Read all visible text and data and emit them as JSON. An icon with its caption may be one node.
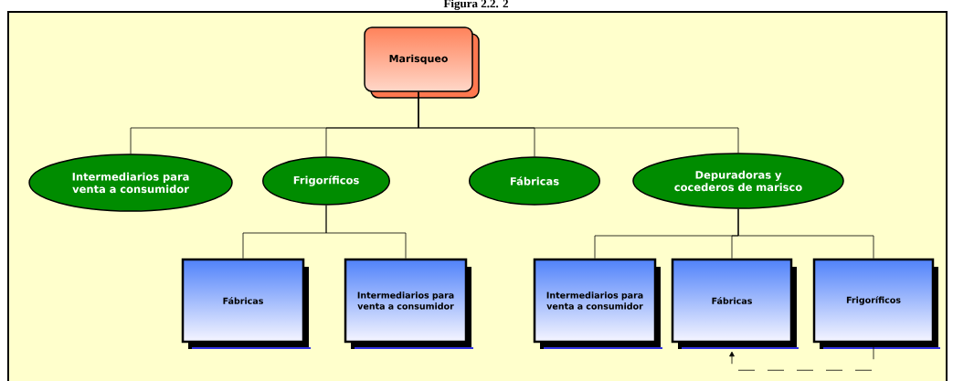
{
  "diagram": {
    "title": "Figura 2.2. 2",
    "nodes": [
      {
        "text": [
          "Marisqueo"
        ]
      },
      {
        "text": [
          "Intermediarios para venta a consumidor"
        ]
      },
      {
        "text": [
          "Frigoríficos"
        ]
      },
      {
        "text": [
          "Fábricas"
        ]
      },
      {
        "text": [
          "Depuradoras y cocederos de marisco"
        ]
      },
      {
        "text": [
          "Fábricas"
        ]
      },
      {
        "text": [
          "Intermediarios para venta a consumidor"
        ]
      },
      {
        "text": [
          "Intermediarios para venta a consumidor"
        ]
      },
      {
        "text": [
          "Fábricas"
        ]
      },
      {
        "text": [
          "Frigoríficos"
        ]
      }
    ],
    "edges": [
      {
        "from": 0,
        "to": 1,
        "arrow": "none"
      },
      {
        "from": 0,
        "to": 2,
        "arrow": "none"
      },
      {
        "from": 0,
        "to": 3,
        "arrow": "none"
      },
      {
        "from": 0,
        "to": 4,
        "arrow": "none"
      },
      {
        "from": 2,
        "to": 5,
        "arrow": "none"
      },
      {
        "from": 2,
        "to": 6,
        "arrow": "none"
      },
      {
        "from": 4,
        "to": 7,
        "arrow": "none"
      },
      {
        "from": 4,
        "to": 8,
        "arrow": "none"
      },
      {
        "from": 4,
        "to": 9,
        "arrow": "none"
      },
      {
        "from": 9,
        "to": 8,
        "arrow": "to",
        "style": "dashed"
      }
    ]
  }
}
